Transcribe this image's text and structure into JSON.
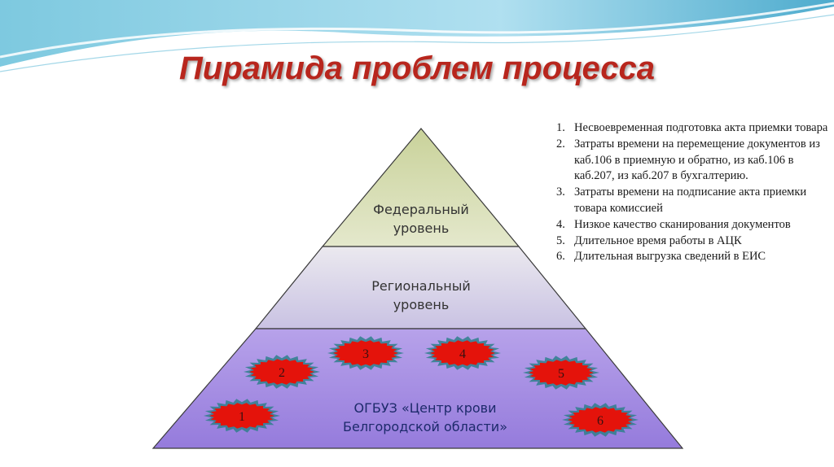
{
  "slide": {
    "title": "Пирамида проблем процесса"
  },
  "pyramid": {
    "levels": [
      {
        "label_line1": "Федеральный",
        "label_line2": "уровень"
      },
      {
        "label_line1": "Региональный",
        "label_line2": "уровень"
      },
      {
        "label_line1": "ОГБУЗ «Центр крови",
        "label_line2": "Белгородской области»"
      }
    ],
    "markers": [
      "1",
      "2",
      "3",
      "4",
      "5",
      "6"
    ]
  },
  "problems": [
    {
      "num": "1.",
      "text": "Несвоевременная подготовка акта приемки товара"
    },
    {
      "num": "2.",
      "text": "Затраты времени на перемещение документов из каб.106 в приемную и обратно, из каб.106 в каб.207, из каб.207 в бухгалтерию."
    },
    {
      "num": "3.",
      "text": "Затраты времени на подписание акта приемки товара комиссией"
    },
    {
      "num": "4.",
      "text": "Низкое качество сканирования документов"
    },
    {
      "num": "5.",
      "text": "Длительное время работы в АЦК"
    },
    {
      "num": "6.",
      "text": "Длительная выгрузка сведений в ЕИС"
    }
  ],
  "colors": {
    "title": "#b8261d",
    "top_level": "#d5dcae",
    "middle_level": "#d4cfe6",
    "bottom_level": "#a48ce0",
    "marker_fill": "#e4130b",
    "marker_glow": "#2f7f8c"
  }
}
